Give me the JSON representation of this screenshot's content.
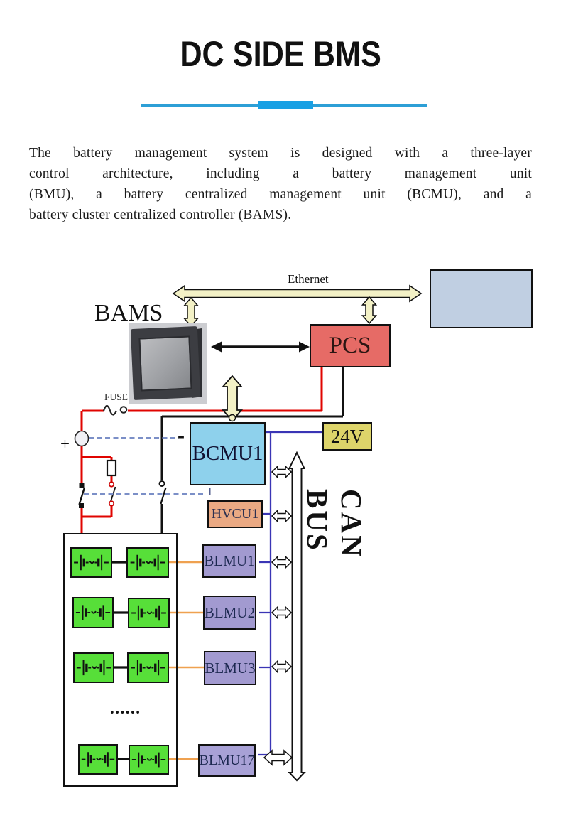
{
  "header": {
    "title": "DC SIDE BMS"
  },
  "intro": {
    "lines": [
      "The battery management system is designed with a three-layer",
      "control architecture, including a battery management unit",
      "(BMU), a battery centralized management unit (BCMU), and a",
      "battery cluster centralized controller (BAMS)."
    ]
  },
  "diagram": {
    "ethernet_label": "Ethernet",
    "bams_label": "BAMS",
    "fuse_label": "FUSE",
    "plus_sign": "+",
    "minus_sign": "-",
    "pcs_label": "PCS",
    "bcmu_label": "BCMU1",
    "power_label": "24V",
    "hvcu_label": "HVCU1",
    "blmu_labels": [
      "BLMU1",
      "BLMU2",
      "BLMU3",
      "BLMU17"
    ],
    "can_bus_label": "CAN BUS",
    "ellipsis": "......"
  },
  "colors": {
    "accent_blue": "#18a0e4",
    "divider_blue": "#2d9fd6",
    "pcs_fill": "#e66b66",
    "bcmu_fill": "#8ed1ec",
    "power_fill": "#ddd46a",
    "hvcu_fill": "#eaa983",
    "blmu_fill": "#a29ad0",
    "battery_green": "#57df39",
    "remote_fill": "#c0cfe2",
    "bus_blue": "#3a35b5",
    "wire_red": "#e00400",
    "wire_black": "#111111",
    "signal_orange": "#efa150",
    "arrow_cream": "#f3f1c6",
    "dashed_blue": "#7b8fc7"
  }
}
